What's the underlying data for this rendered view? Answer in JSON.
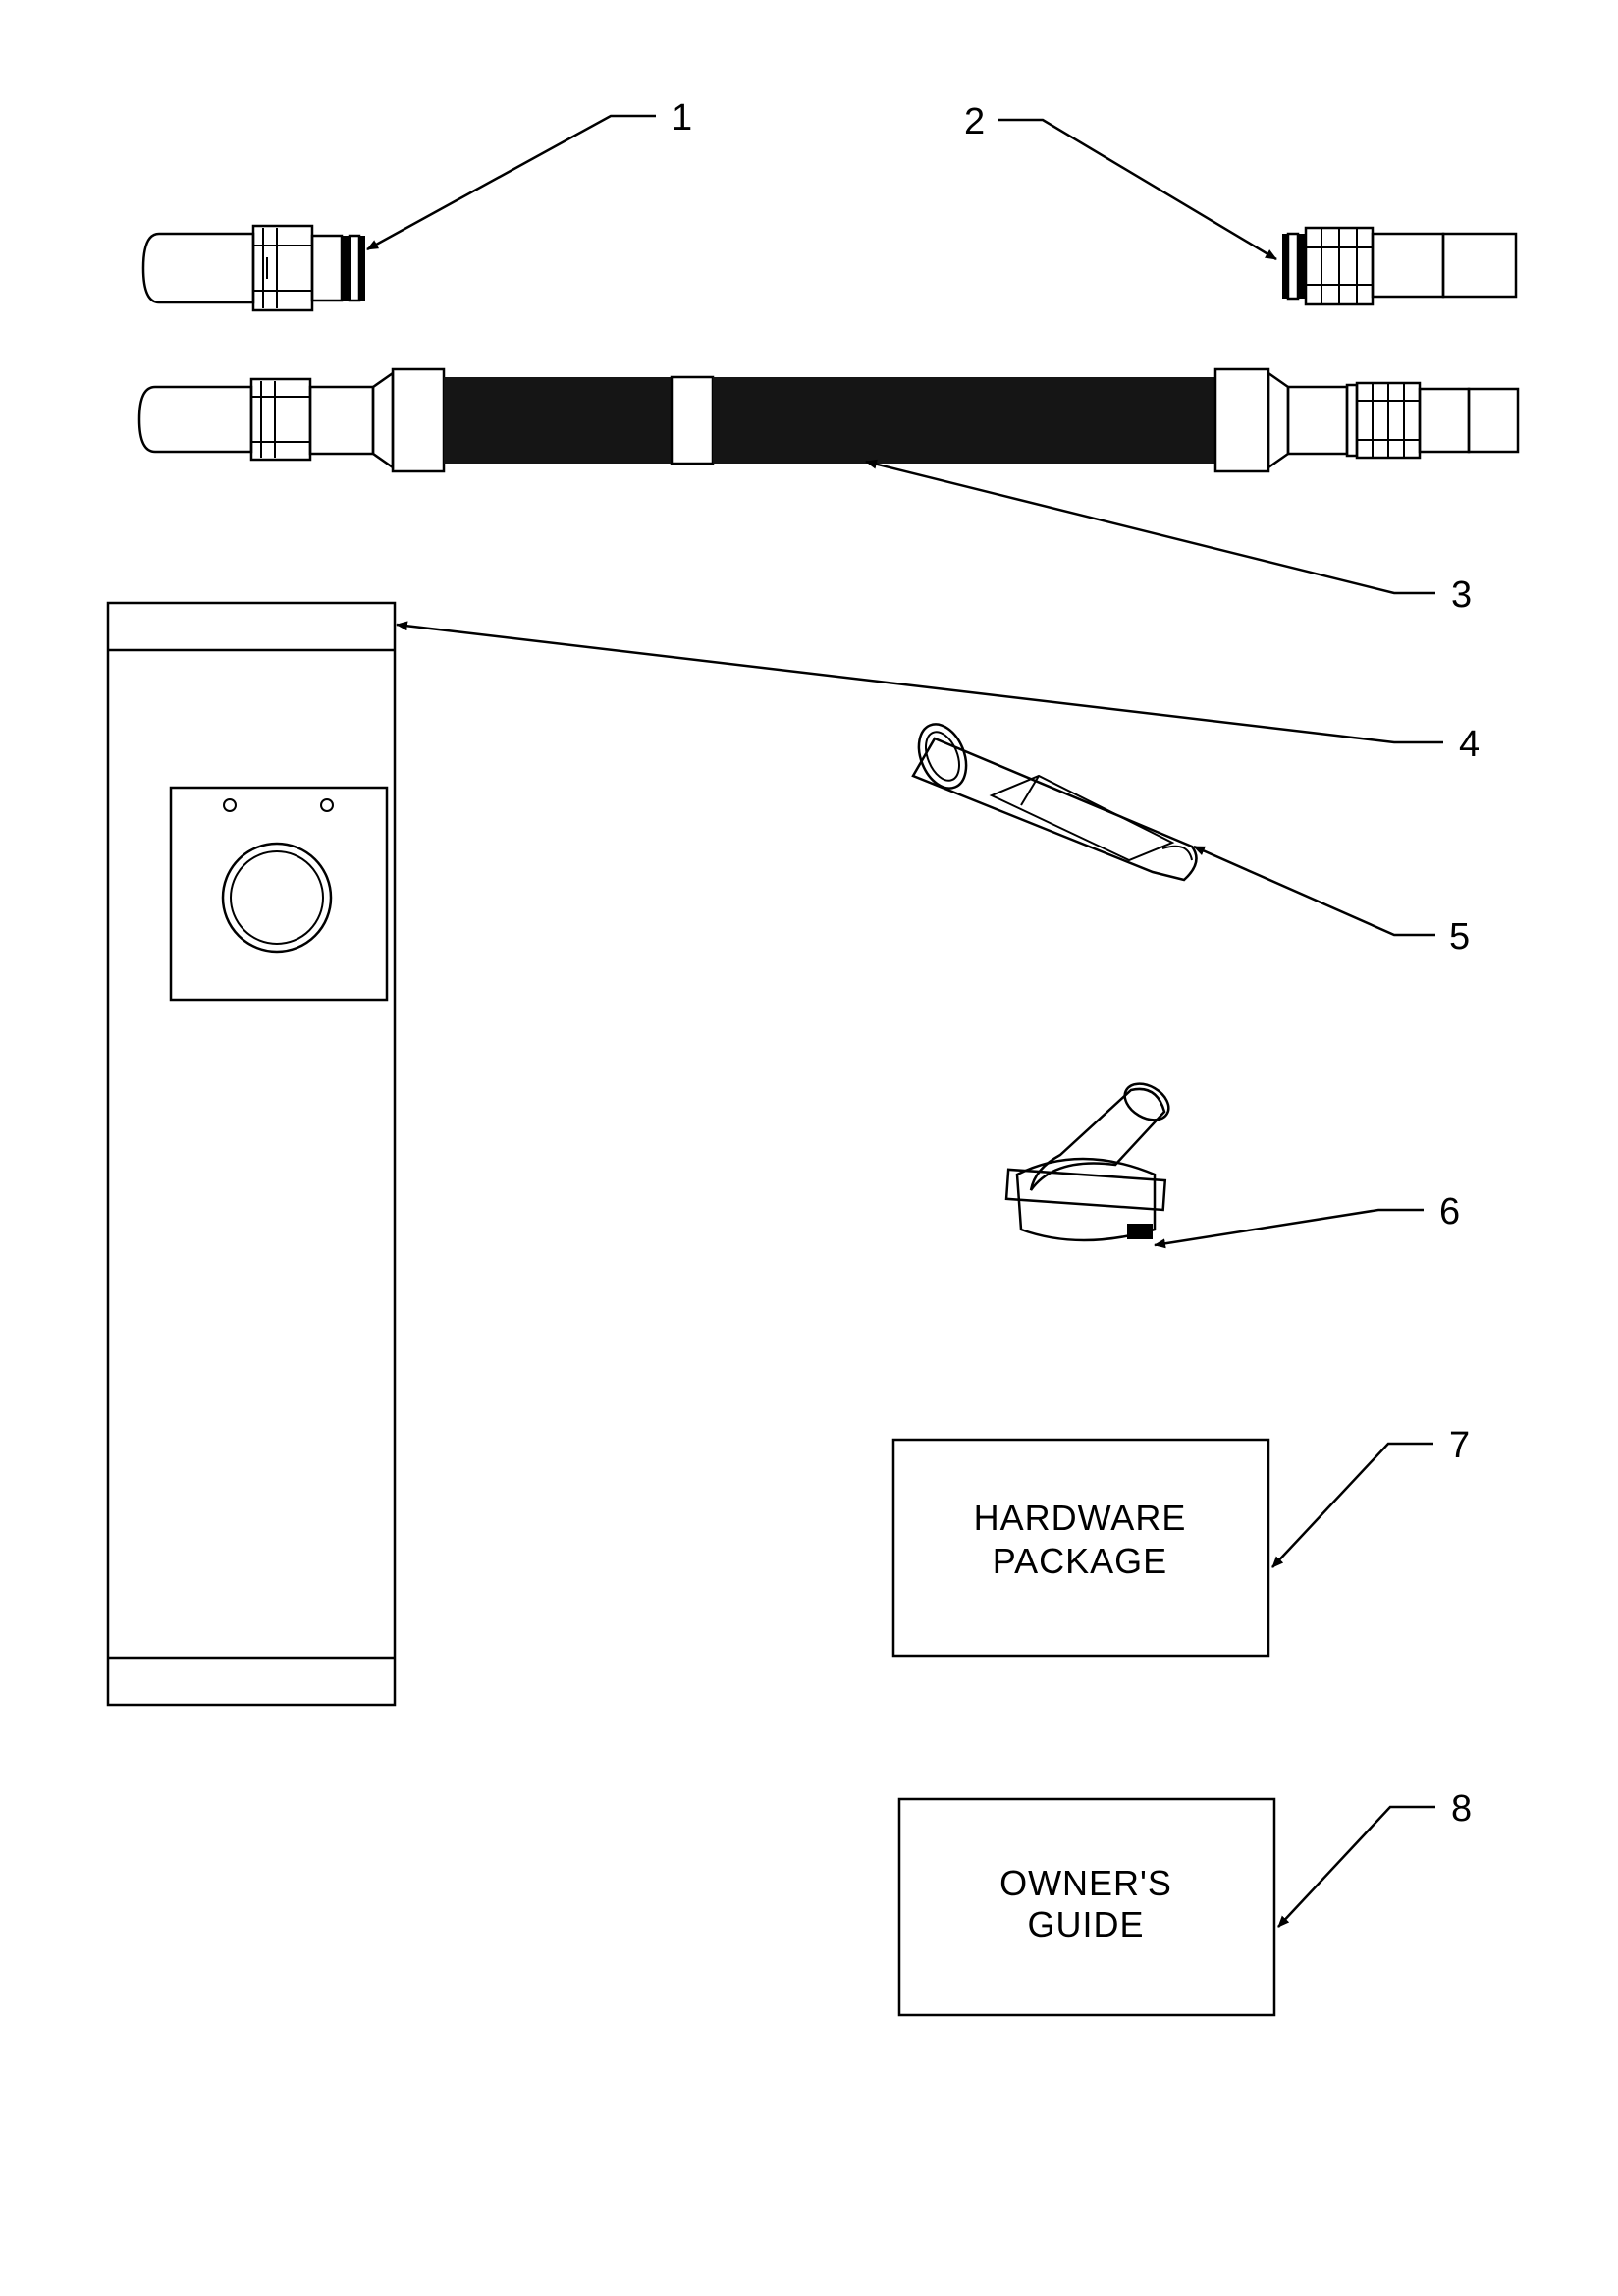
{
  "callouts": {
    "c1": "1",
    "c2": "2",
    "c3": "3",
    "c4": "4",
    "c5": "5",
    "c6": "6",
    "c7": "7",
    "c8": "8"
  },
  "boxes": {
    "hardware_line1": "HARDWARE",
    "hardware_line2": "PACKAGE",
    "guide_line1": "OWNER'S",
    "guide_line2": "GUIDE"
  },
  "colors": {
    "ink": "#000000",
    "paper": "#ffffff",
    "hose": "#151515"
  }
}
